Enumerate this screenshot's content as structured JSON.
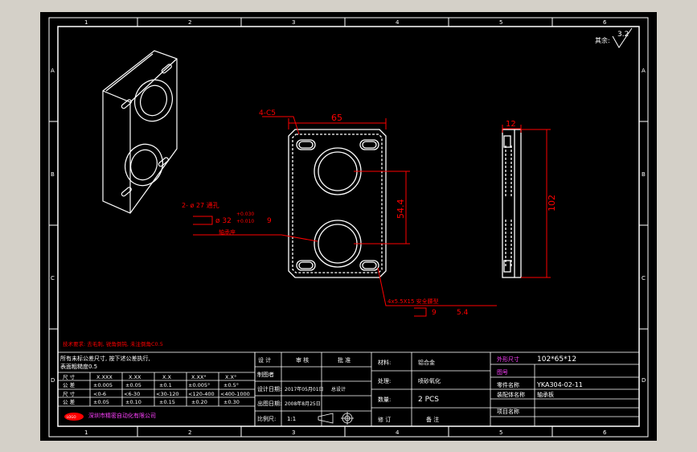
{
  "colors": {
    "app_bg": "#d4d0c8",
    "canvas_bg": "#000000",
    "line": "#ffffff",
    "dim": "#ff0000",
    "hidden": "#ffffff",
    "text": "#ffffff",
    "magenta": "#ff40ff",
    "border_gray": "#c0c0c0"
  },
  "frame": {
    "top_zones": [
      "1",
      "2",
      "3",
      "4",
      "5",
      "6"
    ],
    "bottom_zones": [
      "1",
      "2",
      "3",
      "4",
      "5",
      "6"
    ],
    "left_zones": [
      "A",
      "B",
      "C",
      "D"
    ],
    "right_zones": [
      "A",
      "B",
      "C",
      "D"
    ]
  },
  "roughness": {
    "label": "其余:",
    "value": "3.2"
  },
  "dims": {
    "chamfer": "4-C5",
    "width": "65",
    "hole_spacing": "54.4",
    "thickness": "12",
    "height": "102",
    "hole_callout_l1": "2- ø 27 通孔",
    "hole_callout_l2": "ø 32",
    "hole_tol": "+0.030",
    "hole_tol_b": "+0.010",
    "hole_depth": "9",
    "hole_note": "轴承座",
    "slot_callout": "4x5.5X15 安全腰型",
    "slot_depth_a": "9",
    "slot_depth_b": "5.4"
  },
  "notes": {
    "red_note": "技术要求: 去毛刺, 锐角倒钝, 未注倒角C0.5",
    "tol_l1": "所有未标公差尺寸, 按下述公差执行,",
    "tol_l2": "表面粗糙度0.5"
  },
  "tol_table": {
    "headers": [
      "尺 寸",
      "X.XXX",
      "X.XX",
      "X.X",
      "X.XX°",
      "X.X°"
    ],
    "rows": [
      [
        "公 差",
        "±0.005",
        "±0.05",
        "±0.1",
        "±0.005°",
        "±0.5°"
      ],
      [
        "尺 寸",
        "<0-6",
        "<6-30",
        "<30-120",
        "<120-400",
        "<400-1000"
      ],
      [
        "公 差",
        "±0.05",
        "±0.10",
        "±0.15",
        "±0.20",
        "±0.30"
      ]
    ]
  },
  "company": {
    "name": "深圳市精密自动化有限公司",
    "logo": "LOGO"
  },
  "title_block": {
    "design_label": "设 计",
    "review_label": "审 核",
    "approve_label": "批 准",
    "drawn_label": "制图者",
    "drawn_date_label": "设计日期:",
    "drawn_date": "2017年05月01日",
    "designer": "总设计",
    "check_date_label": "出图日期:",
    "check_date": "2008年8月25日",
    "scale_label": "比例尺:",
    "scale": "1:1",
    "material_label": "材料:",
    "material": "铝合金",
    "surface_label": "处理:",
    "surface": "喷砂氧化",
    "qty_label": "数量:",
    "qty": "2 PCS",
    "review2_label": "修 订",
    "note_label": "备 注",
    "spec_label": "外形尺寸",
    "spec": "102*65*12",
    "drawing_no_label": "图号",
    "drawing_no": "YKA304-02-11",
    "part_label": "零件名称",
    "part": "轴承板",
    "assy_label": "装配体名称",
    "assy": "",
    "proj_label": "项目名称",
    "proj": ""
  }
}
